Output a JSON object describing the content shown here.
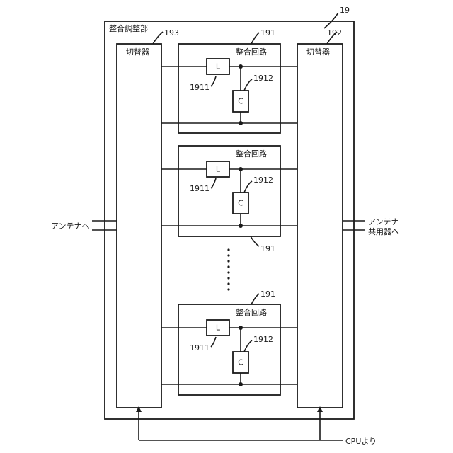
{
  "labels": {
    "figure_ref": "19",
    "unit_title": "整合調整部",
    "switch_left_ref": "193",
    "switch_right_ref": "192",
    "switch_label": "切替器",
    "matching_ref": "191",
    "matching_title": "整合回路",
    "inductor": "L",
    "capacitor": "C",
    "inductor_ref": "1911",
    "capacitor_ref": "1912",
    "to_antenna": "アンテナへ",
    "to_duplexer_line1": "アンテナ",
    "to_duplexer_line2": "共用器へ",
    "from_cpu": "CPUより"
  }
}
